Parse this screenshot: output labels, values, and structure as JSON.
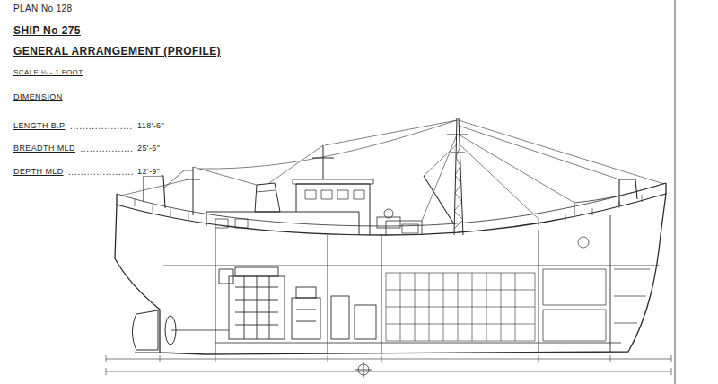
{
  "diagram": {
    "title": "GENERAL ARRANGEMENT (PROFILE)",
    "labels": [
      "PLAN No 128",
      "SHIP No 275",
      "SCALE ¼ - 1 FOOT",
      "DIMENSION",
      "LENGTH B.P",
      "118'-6\"",
      "BREADTH MLD",
      "25'-6\"",
      "DEPTH MLD",
      "12'-9\""
    ]
  }
}
